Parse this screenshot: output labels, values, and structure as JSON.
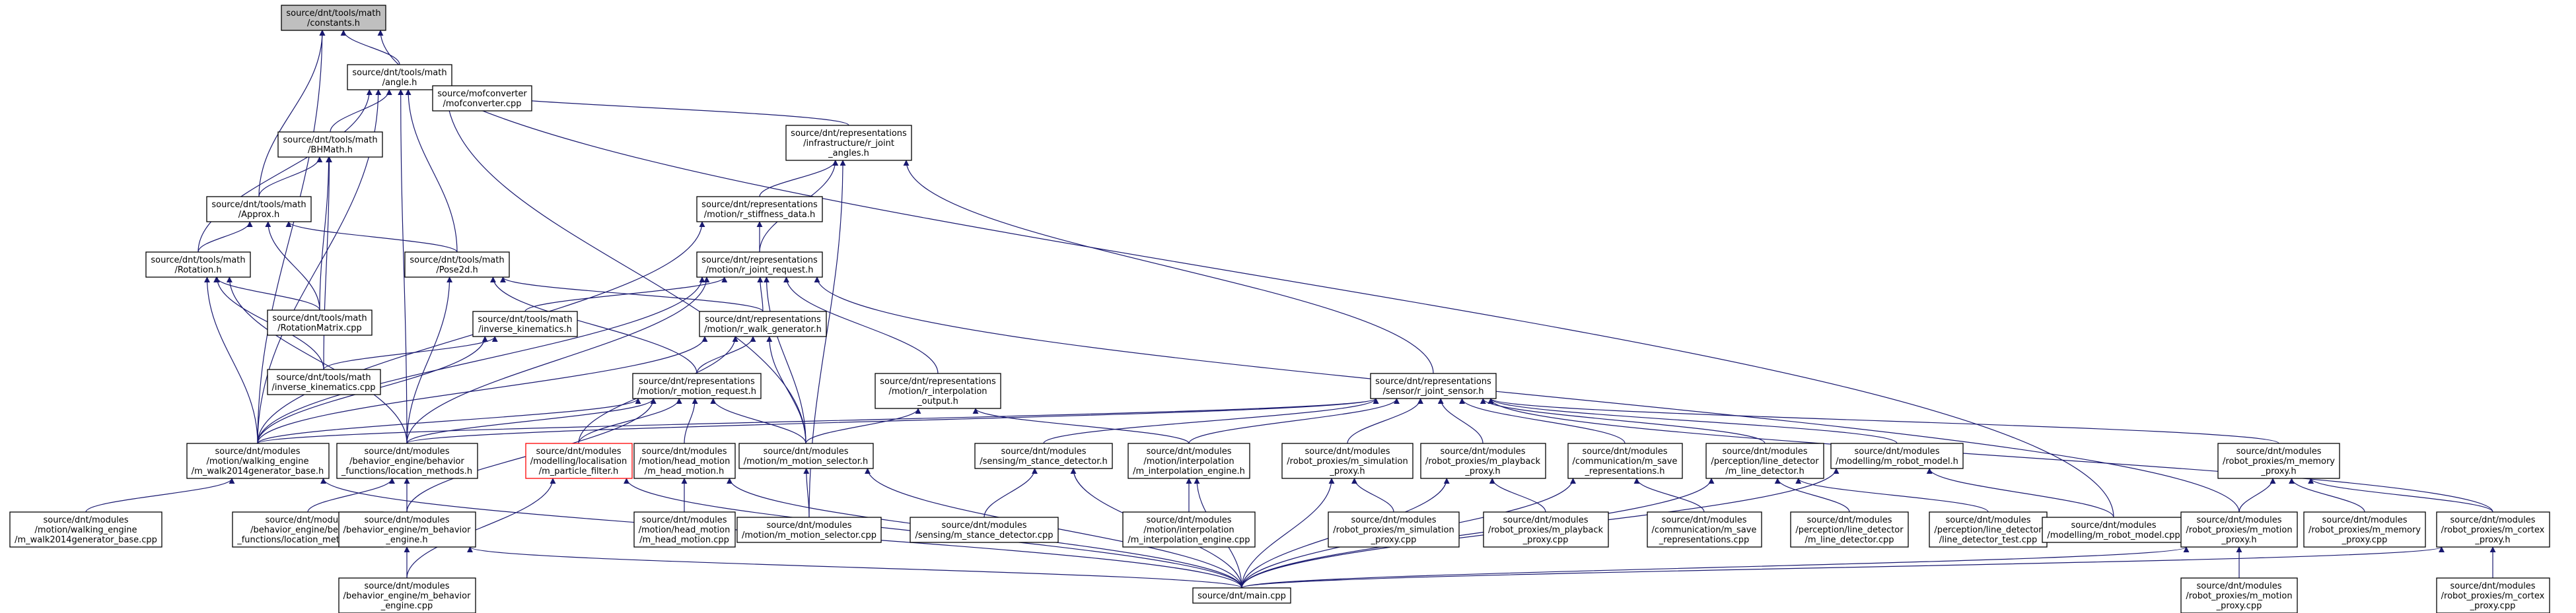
{
  "diagram": {
    "type": "include-dependency-graph",
    "colors": {
      "edge": "#191970",
      "root_fill": "#bfbfbf",
      "missing_node_border": "#ff0000",
      "node_border": "#000000"
    },
    "nodes": [
      {
        "id": "constants",
        "lines": [
          "source/dnt/tools/math",
          "/constants.h"
        ],
        "root": true
      },
      {
        "id": "angle",
        "lines": [
          "source/dnt/tools/math",
          "/angle.h"
        ]
      },
      {
        "id": "mofconverter",
        "lines": [
          "source/mofconverter",
          "/mofconverter.cpp"
        ]
      },
      {
        "id": "bhmath",
        "lines": [
          "source/dnt/tools/math",
          "/BHMath.h"
        ]
      },
      {
        "id": "joint_angles",
        "lines": [
          "source/dnt/representations",
          "/infrastructure/r_joint",
          "_angles.h"
        ]
      },
      {
        "id": "approx",
        "lines": [
          "source/dnt/tools/math",
          "/Approx.h"
        ]
      },
      {
        "id": "stiffness_data",
        "lines": [
          "source/dnt/representations",
          "/motion/r_stiffness_data.h"
        ]
      },
      {
        "id": "rotation",
        "lines": [
          "source/dnt/tools/math",
          "/Rotation.h"
        ]
      },
      {
        "id": "pose2d",
        "lines": [
          "source/dnt/tools/math",
          "/Pose2d.h"
        ]
      },
      {
        "id": "joint_request",
        "lines": [
          "source/dnt/representations",
          "/motion/r_joint_request.h"
        ]
      },
      {
        "id": "rotmatrix",
        "lines": [
          "source/dnt/tools/math",
          "/RotationMatrix.cpp"
        ]
      },
      {
        "id": "ik_h",
        "lines": [
          "source/dnt/tools/math",
          "/inverse_kinematics.h"
        ]
      },
      {
        "id": "walk_generator",
        "lines": [
          "source/dnt/representations",
          "/motion/r_walk_generator.h"
        ]
      },
      {
        "id": "ik_cpp",
        "lines": [
          "source/dnt/tools/math",
          "/inverse_kinematics.cpp"
        ]
      },
      {
        "id": "motion_request",
        "lines": [
          "source/dnt/representations",
          "/motion/r_motion_request.h"
        ]
      },
      {
        "id": "interp_output",
        "lines": [
          "source/dnt/representations",
          "/motion/r_interpolation",
          "_output.h"
        ]
      },
      {
        "id": "joint_sensor",
        "lines": [
          "source/dnt/representations",
          "/sensor/r_joint_sensor.h"
        ]
      },
      {
        "id": "walk2014_h",
        "lines": [
          "source/dnt/modules",
          "/motion/walking_engine",
          "/m_walk2014generator_base.h"
        ]
      },
      {
        "id": "location_h",
        "lines": [
          "source/dnt/modules",
          "/behavior_engine/behavior",
          "_functions/location_methods.h"
        ]
      },
      {
        "id": "particle",
        "lines": [
          "source/dnt/modules",
          "/modelling/localisation",
          "/m_particle_filter.h"
        ],
        "missing": true
      },
      {
        "id": "head_motion_h",
        "lines": [
          "source/dnt/modules",
          "/motion/head_motion",
          "/m_head_motion.h"
        ]
      },
      {
        "id": "motion_selector_h",
        "lines": [
          "source/dnt/modules",
          "/motion/m_motion_selector.h"
        ]
      },
      {
        "id": "stance_h",
        "lines": [
          "source/dnt/modules",
          "/sensing/m_stance_detector.h"
        ]
      },
      {
        "id": "interp_engine_h",
        "lines": [
          "source/dnt/modules",
          "/motion/interpolation",
          "/m_interpolation_engine.h"
        ]
      },
      {
        "id": "simulation_h",
        "lines": [
          "source/dnt/modules",
          "/robot_proxies/m_simulation",
          "_proxy.h"
        ]
      },
      {
        "id": "playback_h",
        "lines": [
          "source/dnt/modules",
          "/robot_proxies/m_playback",
          "_proxy.h"
        ]
      },
      {
        "id": "save_repr_h",
        "lines": [
          "source/dnt/modules",
          "/communication/m_save",
          "_representations.h"
        ]
      },
      {
        "id": "line_detector_h",
        "lines": [
          "source/dnt/modules",
          "/perception/line_detector",
          "/m_line_detector.h"
        ]
      },
      {
        "id": "robot_model_h",
        "lines": [
          "source/dnt/modules",
          "/modelling/m_robot_model.h"
        ]
      },
      {
        "id": "memory_h",
        "lines": [
          "source/dnt/modules",
          "/robot_proxies/m_memory",
          "_proxy.h"
        ]
      },
      {
        "id": "walk2014_cpp",
        "lines": [
          "source/dnt/modules",
          "/motion/walking_engine",
          "/m_walk2014generator_base.cpp"
        ]
      },
      {
        "id": "location_cpp",
        "lines": [
          "source/dnt/modules",
          "/behavior_engine/behavior",
          "_functions/location_methods.cpp"
        ]
      },
      {
        "id": "behavior_engine_h",
        "lines": [
          "source/dnt/modules",
          "/behavior_engine/m_behavior",
          "_engine.h"
        ]
      },
      {
        "id": "head_motion_cpp",
        "lines": [
          "source/dnt/modules",
          "/motion/head_motion",
          "/m_head_motion.cpp"
        ]
      },
      {
        "id": "motion_selector_cpp",
        "lines": [
          "source/dnt/modules",
          "/motion/m_motion_selector.cpp"
        ]
      },
      {
        "id": "stance_cpp",
        "lines": [
          "source/dnt/modules",
          "/sensing/m_stance_detector.cpp"
        ]
      },
      {
        "id": "interp_engine_cpp",
        "lines": [
          "source/dnt/modules",
          "/motion/interpolation",
          "/m_interpolation_engine.cpp"
        ]
      },
      {
        "id": "simulation_cpp",
        "lines": [
          "source/dnt/modules",
          "/robot_proxies/m_simulation",
          "_proxy.cpp"
        ]
      },
      {
        "id": "playback_cpp",
        "lines": [
          "source/dnt/modules",
          "/robot_proxies/m_playback",
          "_proxy.cpp"
        ]
      },
      {
        "id": "save_repr_cpp",
        "lines": [
          "source/dnt/modules",
          "/communication/m_save",
          "_representations.cpp"
        ]
      },
      {
        "id": "line_detector_cpp",
        "lines": [
          "source/dnt/modules",
          "/perception/line_detector",
          "/m_line_detector.cpp"
        ]
      },
      {
        "id": "line_detector_test",
        "lines": [
          "source/dnt/modules",
          "/perception/line_detector",
          "/line_detector_test.cpp"
        ]
      },
      {
        "id": "robot_model_cpp",
        "lines": [
          "source/dnt/modules",
          "/modelling/m_robot_model.cpp"
        ]
      },
      {
        "id": "motion_proxy_h",
        "lines": [
          "source/dnt/modules",
          "/robot_proxies/m_motion",
          "_proxy.h"
        ]
      },
      {
        "id": "memory_cpp",
        "lines": [
          "source/dnt/modules",
          "/robot_proxies/m_memory",
          "_proxy.cpp"
        ]
      },
      {
        "id": "cortex_h",
        "lines": [
          "source/dnt/modules",
          "/robot_proxies/m_cortex",
          "_proxy.h"
        ]
      },
      {
        "id": "behavior_engine_cpp",
        "lines": [
          "source/dnt/modules",
          "/behavior_engine/m_behavior",
          "_engine.cpp"
        ]
      },
      {
        "id": "main",
        "lines": [
          "source/dnt/main.cpp"
        ]
      },
      {
        "id": "motion_proxy_cpp",
        "lines": [
          "source/dnt/modules",
          "/robot_proxies/m_motion",
          "_proxy.cpp"
        ]
      },
      {
        "id": "cortex_cpp",
        "lines": [
          "source/dnt/modules",
          "/robot_proxies/m_cortex",
          "_proxy.cpp"
        ]
      }
    ],
    "edges": [
      [
        "constants",
        "angle"
      ],
      [
        "constants",
        "approx"
      ],
      [
        "constants",
        "walk2014_h"
      ],
      [
        "constants",
        "robot_model_cpp"
      ],
      [
        "angle",
        "mofconverter"
      ],
      [
        "angle",
        "bhmath"
      ],
      [
        "angle",
        "joint_angles"
      ],
      [
        "angle",
        "rotation"
      ],
      [
        "angle",
        "pose2d"
      ],
      [
        "angle",
        "walk2014_h"
      ],
      [
        "angle",
        "location_h"
      ],
      [
        "angle",
        "motion_selector_h"
      ],
      [
        "bhmath",
        "approx"
      ],
      [
        "bhmath",
        "rotmatrix"
      ],
      [
        "bhmath",
        "ik_cpp"
      ],
      [
        "approx",
        "rotation"
      ],
      [
        "approx",
        "pose2d"
      ],
      [
        "approx",
        "rotmatrix"
      ],
      [
        "joint_angles",
        "stiffness_data"
      ],
      [
        "joint_angles",
        "joint_request"
      ],
      [
        "joint_angles",
        "joint_sensor"
      ],
      [
        "joint_angles",
        "motion_selector_cpp"
      ],
      [
        "stiffness_data",
        "joint_request"
      ],
      [
        "stiffness_data",
        "walk2014_h"
      ],
      [
        "rotation",
        "rotmatrix"
      ],
      [
        "rotation",
        "ik_cpp"
      ],
      [
        "rotation",
        "walk2014_h"
      ],
      [
        "rotation",
        "location_h"
      ],
      [
        "pose2d",
        "walk_generator"
      ],
      [
        "pose2d",
        "motion_request"
      ],
      [
        "pose2d",
        "location_h"
      ],
      [
        "joint_request",
        "walk_generator"
      ],
      [
        "joint_request",
        "interp_output"
      ],
      [
        "joint_request",
        "walk2014_h"
      ],
      [
        "joint_request",
        "location_h"
      ],
      [
        "joint_request",
        "motion_selector_h"
      ],
      [
        "joint_request",
        "motion_proxy_h"
      ],
      [
        "joint_request",
        "ik_h"
      ],
      [
        "ik_h",
        "ik_cpp"
      ],
      [
        "ik_h",
        "walk2014_h"
      ],
      [
        "walk_generator",
        "motion_request"
      ],
      [
        "walk_generator",
        "walk2014_h"
      ],
      [
        "walk_generator",
        "motion_selector_h"
      ],
      [
        "walk_generator",
        "particle"
      ],
      [
        "motion_request",
        "location_h"
      ],
      [
        "motion_request",
        "particle"
      ],
      [
        "motion_request",
        "head_motion_h"
      ],
      [
        "motion_request",
        "motion_selector_h"
      ],
      [
        "motion_request",
        "behavior_engine_h"
      ],
      [
        "motion_request",
        "walk2014_h"
      ],
      [
        "interp_output",
        "interp_engine_h"
      ],
      [
        "interp_output",
        "motion_selector_h"
      ],
      [
        "joint_sensor",
        "walk2014_h"
      ],
      [
        "joint_sensor",
        "location_h"
      ],
      [
        "joint_sensor",
        "stance_h"
      ],
      [
        "joint_sensor",
        "interp_engine_h"
      ],
      [
        "joint_sensor",
        "simulation_h"
      ],
      [
        "joint_sensor",
        "playback_h"
      ],
      [
        "joint_sensor",
        "save_repr_h"
      ],
      [
        "joint_sensor",
        "line_detector_h"
      ],
      [
        "joint_sensor",
        "robot_model_h"
      ],
      [
        "joint_sensor",
        "memory_h"
      ],
      [
        "joint_sensor",
        "cortex_h"
      ],
      [
        "walk2014_h",
        "walk2014_cpp"
      ],
      [
        "walk2014_h",
        "main"
      ],
      [
        "location_h",
        "location_cpp"
      ],
      [
        "location_h",
        "behavior_engine_h"
      ],
      [
        "particle",
        "main"
      ],
      [
        "particle",
        "behavior_engine_cpp"
      ],
      [
        "head_motion_h",
        "head_motion_cpp"
      ],
      [
        "head_motion_h",
        "main"
      ],
      [
        "motion_selector_h",
        "motion_selector_cpp"
      ],
      [
        "motion_selector_h",
        "main"
      ],
      [
        "stance_h",
        "stance_cpp"
      ],
      [
        "stance_h",
        "main"
      ],
      [
        "interp_engine_h",
        "interp_engine_cpp"
      ],
      [
        "interp_engine_h",
        "main"
      ],
      [
        "simulation_h",
        "simulation_cpp"
      ],
      [
        "simulation_h",
        "main"
      ],
      [
        "playback_h",
        "playback_cpp"
      ],
      [
        "playback_h",
        "main"
      ],
      [
        "save_repr_h",
        "save_repr_cpp"
      ],
      [
        "save_repr_h",
        "main"
      ],
      [
        "line_detector_h",
        "line_detector_cpp"
      ],
      [
        "line_detector_h",
        "line_detector_test"
      ],
      [
        "line_detector_h",
        "main"
      ],
      [
        "robot_model_h",
        "robot_model_cpp"
      ],
      [
        "robot_model_h",
        "main"
      ],
      [
        "memory_h",
        "motion_proxy_h"
      ],
      [
        "memory_h",
        "memory_cpp"
      ],
      [
        "memory_h",
        "cortex_h"
      ],
      [
        "behavior_engine_h",
        "behavior_engine_cpp"
      ],
      [
        "behavior_engine_h",
        "main"
      ],
      [
        "motion_proxy_h",
        "motion_proxy_cpp"
      ],
      [
        "motion_proxy_h",
        "main"
      ],
      [
        "cortex_h",
        "cortex_cpp"
      ],
      [
        "cortex_h",
        "main"
      ]
    ]
  }
}
